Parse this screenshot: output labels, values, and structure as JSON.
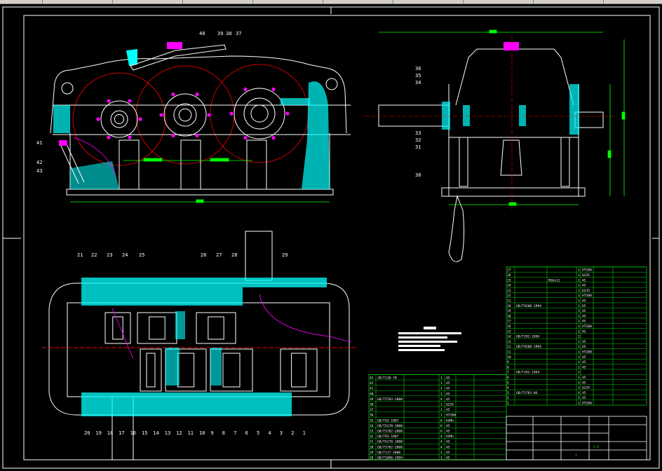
{
  "window": {
    "toolbar_separators": 9
  },
  "drawing": {
    "colors": {
      "outline": "#ffffff",
      "dimension": "#00ff00",
      "hatch": "#00ffff",
      "pitch_circle": "#ff0000",
      "sketch": "#ff00ff",
      "highlight": "#ffff00"
    },
    "front_view_labels": [
      "40",
      "39",
      "38",
      "37",
      "41",
      "42",
      "43"
    ],
    "side_view_labels": [
      "36",
      "35",
      "34",
      "33",
      "32",
      "31",
      "30"
    ],
    "top_view_labels_top": [
      "21",
      "22",
      "23",
      "24",
      "25",
      "26",
      "27",
      "28",
      "29"
    ],
    "top_view_labels_bottom": [
      "20",
      "19",
      "18",
      "17",
      "16",
      "15",
      "14",
      "13",
      "12",
      "11",
      "10",
      "9",
      "8",
      "7",
      "6",
      "5",
      "4",
      "3",
      "2",
      "1"
    ],
    "bom_right": [
      {
        "no": "27",
        "qty": "1",
        "mat": "HT200"
      },
      {
        "no": "26",
        "qty": "1",
        "mat": "Q235"
      },
      {
        "no": "25",
        "std": "",
        "name": "M16x12",
        "qty": "1",
        "mat": "45"
      },
      {
        "no": "24",
        "qty": "1",
        "mat": "45"
      },
      {
        "no": "23",
        "qty": "1",
        "mat": "Q235"
      },
      {
        "no": "22",
        "qty": "1",
        "mat": "HT200"
      },
      {
        "no": "21",
        "qty": "1",
        "mat": "45"
      },
      {
        "no": "20",
        "std": "GB/T9208-1994",
        "name": "",
        "qty": "1",
        "mat": "65"
      },
      {
        "no": "19",
        "qty": "1",
        "mat": "45"
      },
      {
        "no": "18",
        "qty": "1",
        "mat": "45"
      },
      {
        "no": "17",
        "qty": "1",
        "mat": "45"
      },
      {
        "no": "16",
        "qty": "1",
        "mat": "HT200"
      },
      {
        "no": "15",
        "qty": "1",
        "mat": "45"
      },
      {
        "no": "14",
        "std": "GB/T292-1994",
        "qty": "2",
        "mat": ""
      },
      {
        "no": "13",
        "qty": "1",
        "mat": "45"
      },
      {
        "no": "12",
        "std": "GB/T9208-1994",
        "qty": "1",
        "mat": "65"
      },
      {
        "no": "11",
        "qty": "1",
        "mat": "HT200"
      },
      {
        "no": "10",
        "qty": "1",
        "mat": "45"
      },
      {
        "no": "9",
        "qty": "1",
        "mat": "45"
      },
      {
        "no": "8",
        "qty": "1",
        "mat": "45"
      },
      {
        "no": "7",
        "std": "GB/T292-1994",
        "qty": "2",
        "mat": ""
      },
      {
        "no": "6",
        "qty": "1",
        "mat": "45"
      },
      {
        "no": "5",
        "qty": "1",
        "mat": "45"
      },
      {
        "no": "4",
        "qty": "1",
        "mat": "Q235"
      },
      {
        "no": "3",
        "std": "GB/T5783-86",
        "qty": "4",
        "mat": "45"
      },
      {
        "no": "2",
        "qty": "1",
        "mat": "45"
      },
      {
        "no": "1",
        "qty": "1",
        "mat": "HT200"
      }
    ],
    "bom_left": [
      {
        "no": "43",
        "std": "JB/T130-70",
        "qty": "1",
        "mat": "45"
      },
      {
        "no": "42",
        "qty": "1",
        "mat": "45"
      },
      {
        "no": "41",
        "qty": "1",
        "mat": "45"
      },
      {
        "no": "40",
        "qty": "1",
        "mat": "45"
      },
      {
        "no": "39",
        "std": "GB/T5783-2000",
        "qty": "4",
        "mat": "45"
      },
      {
        "no": "38",
        "qty": "1",
        "mat": "Q235"
      },
      {
        "no": "37",
        "qty": "1",
        "mat": "45"
      },
      {
        "no": "36",
        "qty": "1",
        "mat": "HT200"
      },
      {
        "no": "35",
        "std": "GB/T93-1987",
        "qty": "6",
        "mat": "65Mn"
      },
      {
        "no": "34",
        "std": "GB/T6170-2000",
        "qty": "6",
        "mat": "45"
      },
      {
        "no": "33",
        "std": "GB/T5782-2000",
        "qty": "6",
        "mat": "45"
      },
      {
        "no": "32",
        "std": "GB/T93-1987",
        "qty": "4",
        "mat": "65Mn"
      },
      {
        "no": "31",
        "std": "GB/T6170-2000",
        "qty": "4",
        "mat": "45"
      },
      {
        "no": "30",
        "std": "GB/T5782-2000",
        "qty": "4",
        "mat": "45"
      },
      {
        "no": "29",
        "std": "GB/T117-2000",
        "qty": "2",
        "mat": "45"
      },
      {
        "no": "28",
        "std": "GB/T1096-1994",
        "qty": "1",
        "mat": "45"
      }
    ],
    "title_block": {
      "scale": "1:5",
      "sheet": "1"
    }
  }
}
